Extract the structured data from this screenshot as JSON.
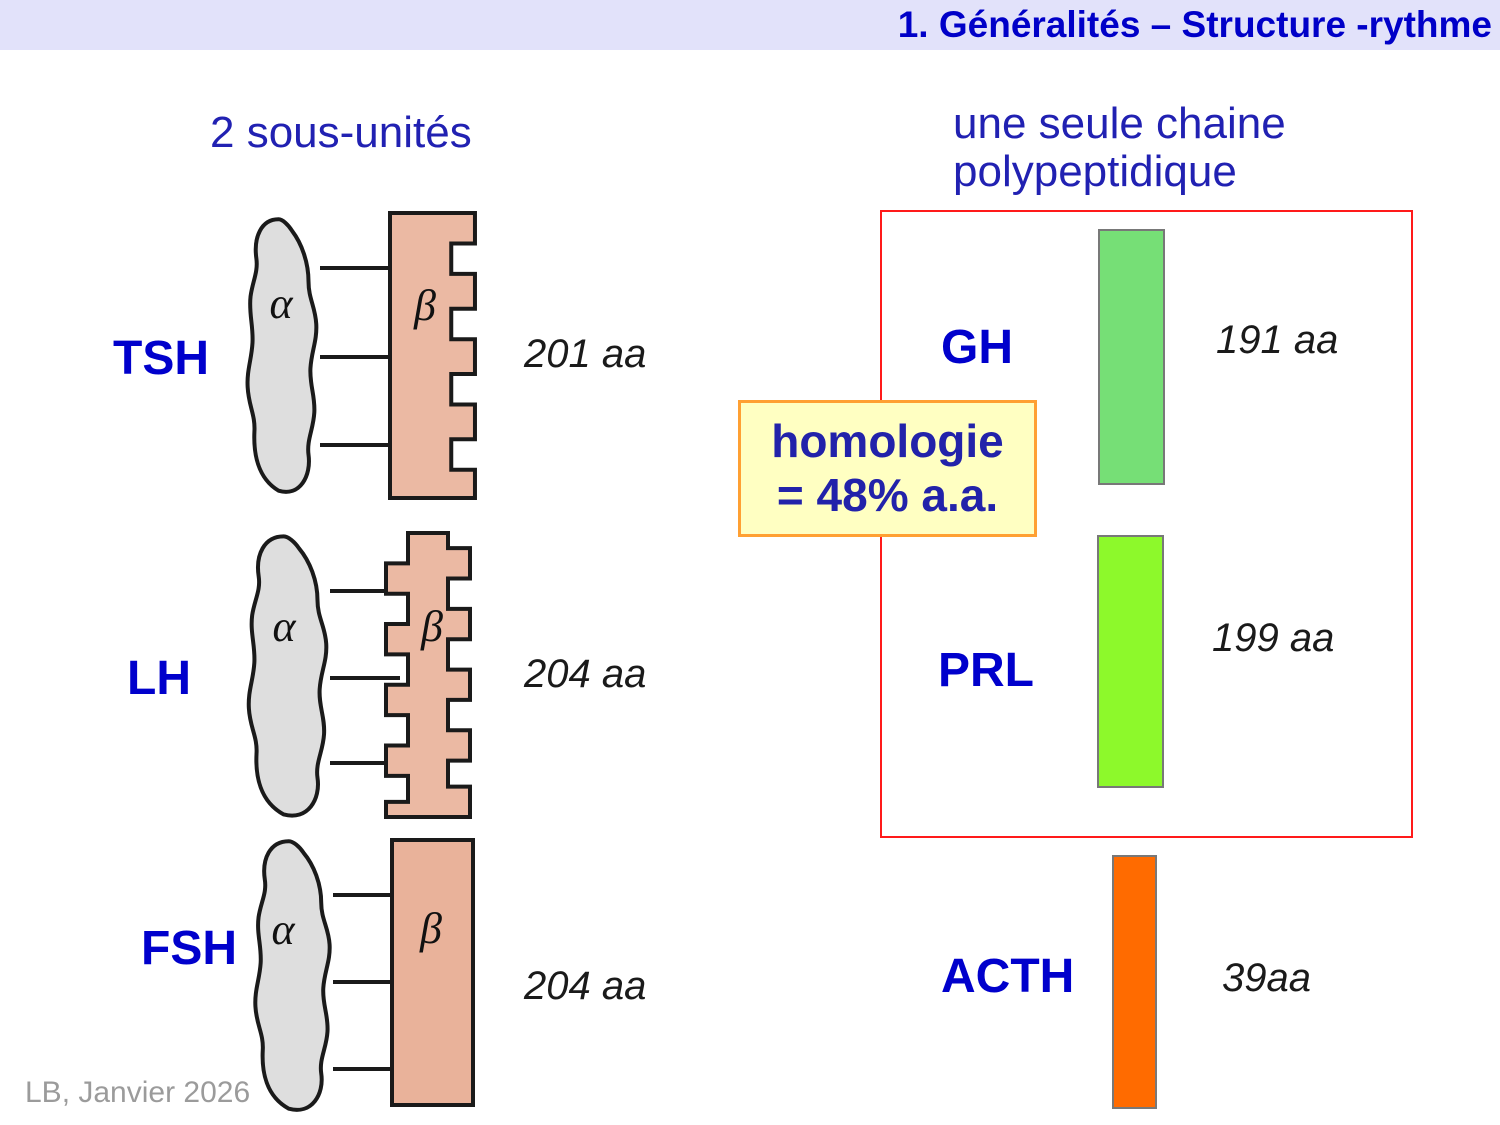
{
  "banner": {
    "title": "1. Généralités – Structure -rythme"
  },
  "left_panel": {
    "heading": "2 sous-unités",
    "alpha_symbol": "α",
    "beta_symbol": "β",
    "hormones": [
      {
        "name": "TSH",
        "length": "201 aa"
      },
      {
        "name": "LH",
        "length": "204 aa"
      },
      {
        "name": "FSH",
        "length": "204 aa"
      }
    ]
  },
  "right_panel": {
    "heading_line1": "une seule chaine",
    "heading_line2": "polypeptidique",
    "homology_box": {
      "line1": "homologie",
      "line2": "= 48% a.a."
    },
    "hormones": [
      {
        "name": "GH",
        "length": "191 aa",
        "bar_color": "#76DF76"
      },
      {
        "name": "PRL",
        "length": "199 aa",
        "bar_color": "#8DF92B"
      },
      {
        "name": "ACTH",
        "length": "39aa",
        "bar_color": "#FF6B00"
      }
    ]
  },
  "footer": {
    "credit": "LB, Janvier 2026"
  },
  "colors": {
    "banner_bg": "#E2E2FA",
    "banner_text": "#0000C8",
    "heading_blue": "#2121B2",
    "label_blue": "#0000CC",
    "red_box_border": "#FF1A1A",
    "homology_bg": "#FFFFC2",
    "homology_border": "#FFA033",
    "alpha_subunit_fill": "#DEDEDE",
    "beta_subunit_fill": "#EBB9A3",
    "bar_border_grey": "#787878",
    "footer_grey": "#9B9B9B"
  }
}
